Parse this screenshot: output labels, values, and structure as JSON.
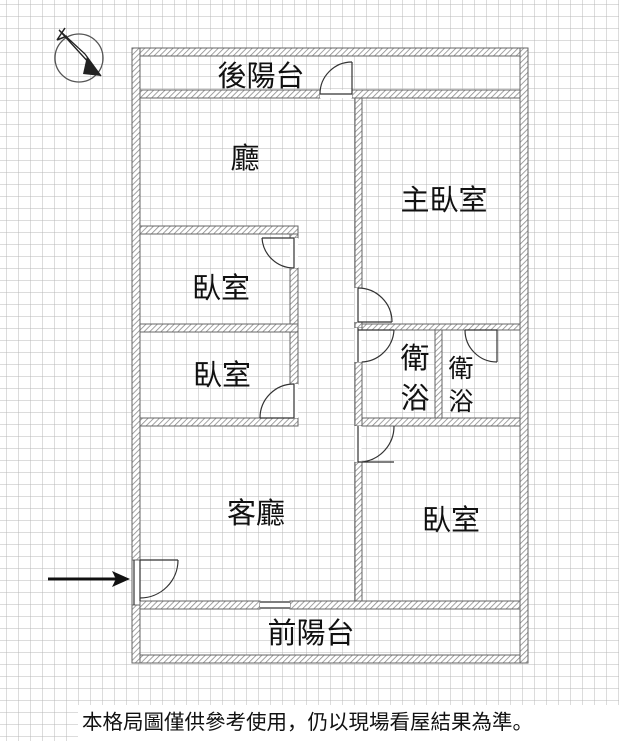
{
  "rooms": {
    "rear_balcony": "後陽台",
    "hall": "廳",
    "master_bedroom": "主臥室",
    "bedroom_1": "臥室",
    "bedroom_2": "臥室",
    "bath_1_a": "衛",
    "bath_1_b": "浴",
    "bath_2_a": "衛",
    "bath_2_b": "浴",
    "living_room": "客廳",
    "bedroom_3": "臥室",
    "front_balcony": "前陽台"
  },
  "disclaimer": "本格局圖僅供參考使用，仍以現場看屋結果為準。",
  "colors": {
    "grid": "#b8b8b8",
    "wall": "#8a8a8a",
    "ink": "#111111"
  },
  "icons": {
    "compass": "north-arrow-icon",
    "entrance": "entrance-arrow-icon"
  }
}
